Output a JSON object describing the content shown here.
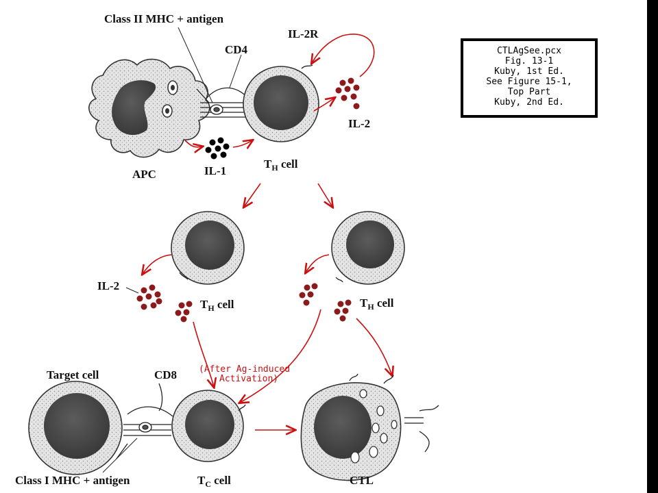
{
  "labels": {
    "class2_mhc": "Class II MHC + antigen",
    "cd4": "CD4",
    "il2r": "IL-2R",
    "il2_top": "IL-2",
    "apc": "APC",
    "il1": "IL-1",
    "th_top_t": "T",
    "th_top_sub": "H",
    "th_top_rest": " cell",
    "il2_mid": "IL-2",
    "th_left_t": "T",
    "th_left_sub": "H",
    "th_left_rest": " cell",
    "th_right_t": "T",
    "th_right_sub": "H",
    "th_right_rest": " cell",
    "target_cell": "Target cell",
    "cd8": "CD8",
    "activation_line1": "(After Ag-induced",
    "activation_line2": "Activation)",
    "class1_mhc": "Class I MHC + antigen",
    "tc_t": "T",
    "tc_sub": "C",
    "tc_rest": " cell",
    "ctl": "CTL"
  },
  "note": {
    "lines": [
      "CTLAgSee.pcx",
      "Fig. 13-1",
      "Kuby, 1st Ed.",
      "See Figure 15-1,",
      "Top Part",
      "Kuby, 2nd Ed."
    ]
  },
  "colors": {
    "arrow": "#cc1111",
    "il2_dots": "#8b1a1a",
    "il1_dots": "#000000",
    "nucleus": "#4a4a4a",
    "cytoplasm": "#d8d8d8"
  }
}
